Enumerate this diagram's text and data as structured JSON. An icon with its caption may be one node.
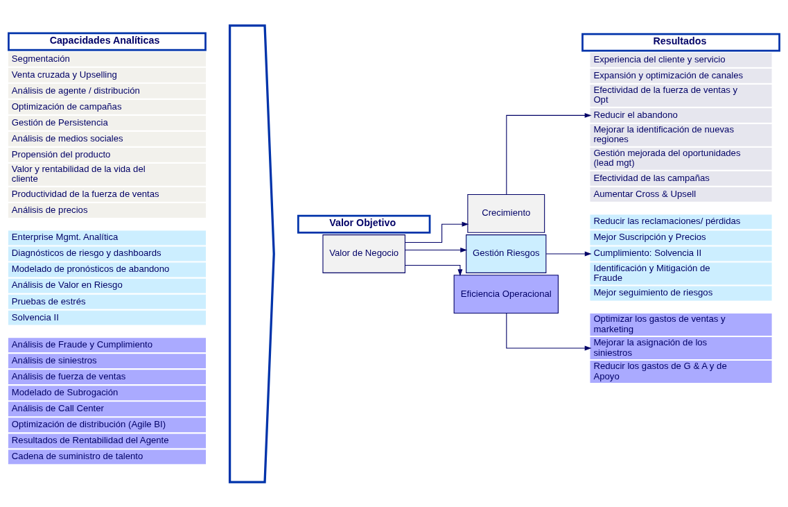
{
  "diagram": {
    "nodes": [
      {
        "text": [
          "Capacidades Analíticas"
        ]
      },
      {
        "text": [
          "Valor Objetivo"
        ]
      },
      {
        "text": [
          "Resultados"
        ]
      },
      {
        "text": [
          "Segmentación"
        ]
      },
      {
        "text": [
          "Venta cruzada y Upselling"
        ]
      },
      {
        "text": [
          "Análisis de agente / distribución"
        ]
      },
      {
        "text": [
          "Optimización de campañas"
        ]
      },
      {
        "text": [
          "Gestión de Persistencia"
        ]
      },
      {
        "text": [
          "Análisis de medios sociales"
        ]
      },
      {
        "text": [
          "Propensión del producto"
        ]
      },
      {
        "text": [
          "Valor y rentabilidad de la vida del cliente"
        ]
      },
      {
        "text": [
          "Productividad de la fuerza de ventas"
        ]
      },
      {
        "text": [
          "Análisis de precios"
        ]
      },
      {
        "text": [
          "Enterprise Mgmt. Analítica"
        ]
      },
      {
        "text": [
          "Diagnósticos de riesgo y dashboards"
        ]
      },
      {
        "text": [
          "Modelado de pronósticos de abandono"
        ]
      },
      {
        "text": [
          "Análisis de Valor en Riesgo"
        ]
      },
      {
        "text": [
          "Pruebas de estrés"
        ]
      },
      {
        "text": [
          "Solvencia II"
        ]
      },
      {
        "text": [
          "Análisis de Fraude y Cumplimiento"
        ]
      },
      {
        "text": [
          "Análisis de siniestros"
        ]
      },
      {
        "text": [
          "Análisis de fuerza de ventas"
        ]
      },
      {
        "text": [
          "Modelado de Subrogación"
        ]
      },
      {
        "text": [
          "Análisis de Call Center"
        ]
      },
      {
        "text": [
          "Optimización de distribución (Agile BI)"
        ]
      },
      {
        "text": [
          "Resultados de Rentabilidad del Agente"
        ]
      },
      {
        "text": [
          "Cadena de suministro de talento"
        ]
      },
      {
        "text": [],
        "shape": "chevron"
      },
      {
        "text": [
          "Valor de Negocio"
        ]
      },
      {
        "text": [
          "Crecimiento"
        ]
      },
      {
        "text": [
          "Gestión Riesgos"
        ]
      },
      {
        "text": [
          "Eficiencia Operacional"
        ]
      },
      {
        "text": [
          "Experiencia del cliente y servicio"
        ]
      },
      {
        "text": [
          "Expansión y optimización de canales"
        ]
      },
      {
        "text": [
          "Efectividad de la fuerza de ventas y Opt"
        ]
      },
      {
        "text": [
          "Reducir el abandono"
        ]
      },
      {
        "text": [
          "Mejorar la identificación de nuevas regiones"
        ]
      },
      {
        "text": [
          "Gestión mejorada del oportunidades (lead mgt)"
        ]
      },
      {
        "text": [
          "Efectividad de las campañas"
        ]
      },
      {
        "text": [
          "Aumentar Cross & Upsell"
        ]
      },
      {
        "text": [
          "Reducir las reclamaciones/ pérdidas"
        ]
      },
      {
        "text": [
          "Mejor Suscripción y Precios"
        ]
      },
      {
        "text": [
          "Cumplimiento: Solvencia II"
        ]
      },
      {
        "text": [
          "Identificación y Mitigación de Fraude"
        ]
      },
      {
        "text": [
          "Mejor seguimiento de riesgos"
        ]
      },
      {
        "text": [
          "Optimizar los gastos de ventas y marketing"
        ]
      },
      {
        "text": [
          "Mejorar la asignación de los siniestros"
        ]
      },
      {
        "text": [
          "Reducir los gastos de G & A y de Apoyo"
        ]
      }
    ],
    "edges": [
      {
        "from": 28,
        "to": 29,
        "arrow": "to"
      },
      {
        "from": 28,
        "to": 30,
        "arrow": "to"
      },
      {
        "from": 28,
        "to": 31,
        "arrow": "to"
      },
      {
        "from": 29,
        "to": 35,
        "arrow": "to"
      },
      {
        "from": 30,
        "to": 42,
        "arrow": "to"
      },
      {
        "from": 31,
        "to": 46,
        "arrow": "to"
      }
    ]
  }
}
